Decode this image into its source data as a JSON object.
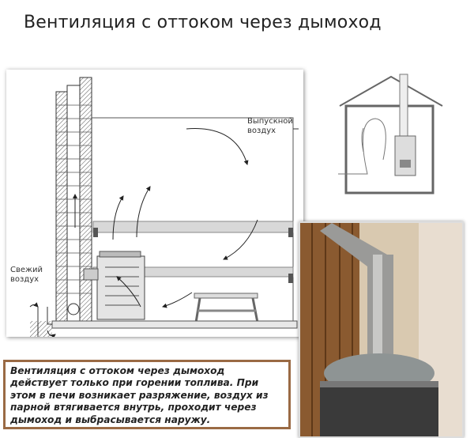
{
  "title": "Вентиляция с оттоком через дымоход",
  "diagram": {
    "exhaust_label_1": "Выпускной",
    "exhaust_label_2": "воздух",
    "fresh_label_1": "Свежий",
    "fresh_label_2": "воздух"
  },
  "description": "Вентиляция с оттоком через дымоход действует только при горении топлива. При этом в печи возникает разряжение, воздух из парной втягивается внутрь, проходит через дымоход и выбрасывается наружу."
}
